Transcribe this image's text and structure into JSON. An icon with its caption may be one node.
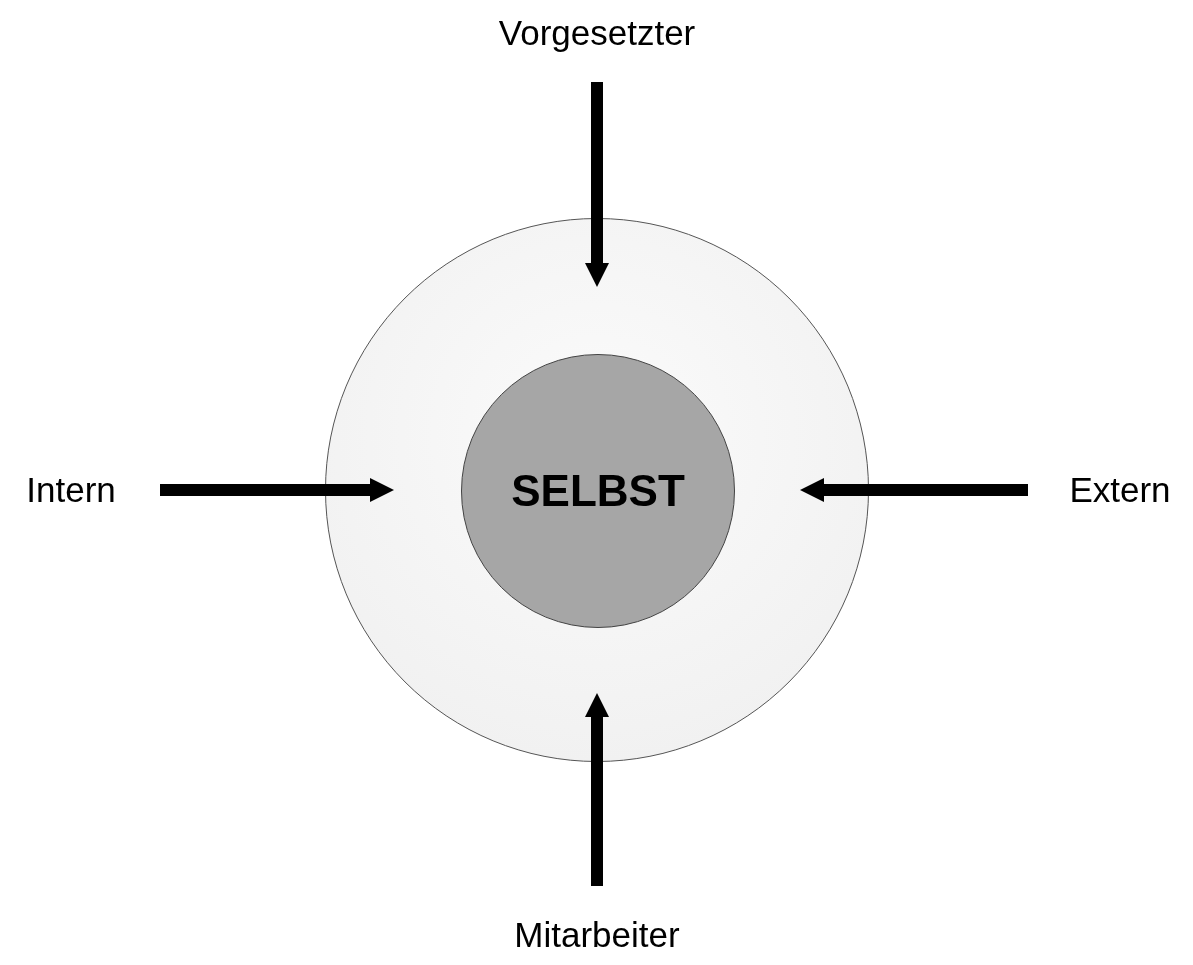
{
  "diagram": {
    "nodes": [
      {
        "text": [],
        "shape": "circle"
      },
      {
        "text": [
          "SELBST"
        ],
        "in": 0
      },
      {
        "text": [
          "Vorgesetzter"
        ]
      },
      {
        "text": [
          "Intern"
        ]
      },
      {
        "text": [
          "Extern"
        ]
      },
      {
        "text": [
          "Mitarbeiter"
        ]
      }
    ],
    "edges": [
      {
        "from": 2,
        "to": 1,
        "arrow": "to"
      },
      {
        "from": 3,
        "to": 1,
        "arrow": "to"
      },
      {
        "from": 4,
        "to": 1,
        "arrow": "to"
      },
      {
        "from": 5,
        "to": 1,
        "arrow": "to"
      }
    ]
  }
}
